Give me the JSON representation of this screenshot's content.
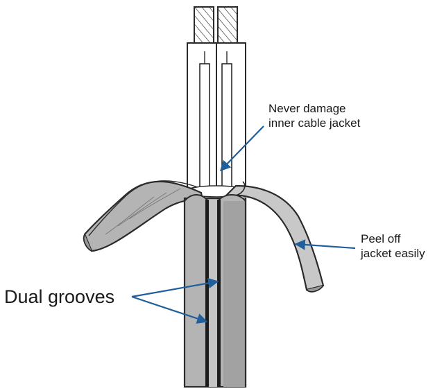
{
  "labels": {
    "inner_jacket": "Never damage\ninner cable jacket",
    "peel": "Peel off\njacket easily",
    "grooves": "Dual grooves"
  },
  "colors": {
    "jacket_gray": "#b4b4b4",
    "jacket_dark": "#8e8e8e",
    "outline": "#2a2a2a",
    "inner_white": "#ffffff",
    "groove": "#1c1c1c",
    "arrow": "#1f5f9a"
  }
}
